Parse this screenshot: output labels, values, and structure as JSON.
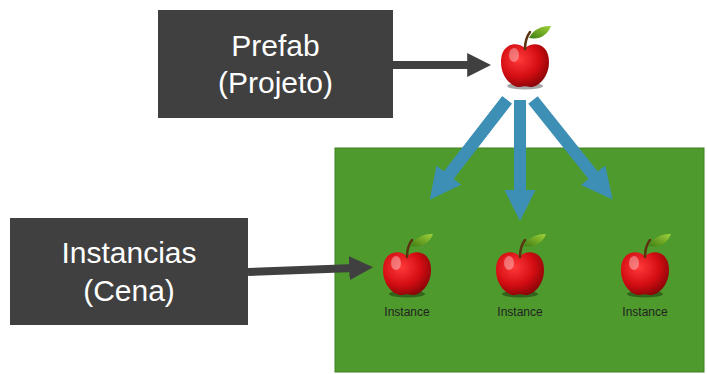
{
  "diagram": {
    "nodes": [
      {
        "text": [
          "Prefab (Projeto)"
        ]
      },
      {
        "text": [
          "Instancias (Cena)"
        ]
      }
    ],
    "labels": [
      "Instance",
      "Instance",
      "Instance"
    ]
  }
}
